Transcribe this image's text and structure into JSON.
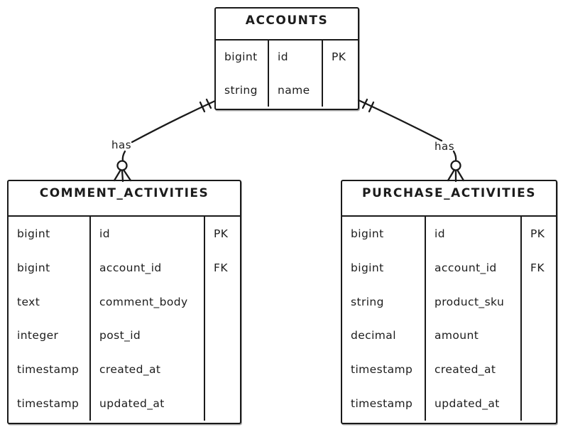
{
  "diagram": {
    "type": "er-diagram",
    "style": "hand-drawn",
    "background_color": "#ffffff",
    "stroke_color": "#1a1a1a",
    "text_color": "#1c1c1c"
  },
  "entities": {
    "accounts": {
      "title": "ACCOUNTS",
      "rows": [
        {
          "type": "bigint",
          "name": "id",
          "key": "PK"
        },
        {
          "type": "string",
          "name": "name",
          "key": ""
        }
      ]
    },
    "comment_activities": {
      "title": "COMMENT_ACTIVITIES",
      "rows": [
        {
          "type": "bigint",
          "name": "id",
          "key": "PK"
        },
        {
          "type": "bigint",
          "name": "account_id",
          "key": "FK"
        },
        {
          "type": "text",
          "name": "comment_body",
          "key": ""
        },
        {
          "type": "integer",
          "name": "post_id",
          "key": ""
        },
        {
          "type": "timestamp",
          "name": "created_at",
          "key": ""
        },
        {
          "type": "timestamp",
          "name": "updated_at",
          "key": ""
        }
      ]
    },
    "purchase_activities": {
      "title": "PURCHASE_ACTIVITIES",
      "rows": [
        {
          "type": "bigint",
          "name": "id",
          "key": "PK"
        },
        {
          "type": "bigint",
          "name": "account_id",
          "key": "FK"
        },
        {
          "type": "string",
          "name": "product_sku",
          "key": ""
        },
        {
          "type": "decimal",
          "name": "amount",
          "key": ""
        },
        {
          "type": "timestamp",
          "name": "created_at",
          "key": ""
        },
        {
          "type": "timestamp",
          "name": "updated_at",
          "key": ""
        }
      ]
    }
  },
  "relationships": [
    {
      "from": "ACCOUNTS",
      "to": "COMMENT_ACTIVITIES",
      "label": "has",
      "from_cardinality": "exactly-one",
      "to_cardinality": "zero-or-many"
    },
    {
      "from": "ACCOUNTS",
      "to": "PURCHASE_ACTIVITIES",
      "label": "has",
      "from_cardinality": "exactly-one",
      "to_cardinality": "zero-or-many"
    }
  ]
}
